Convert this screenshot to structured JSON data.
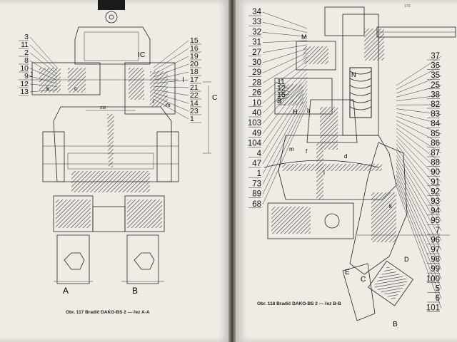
{
  "left_figure": {
    "caption": "Obr. 117 Bradič DAKO-BS 2 — řez A-A",
    "left_labels": [
      "3",
      "11",
      "2",
      "8",
      "10",
      "9",
      "12",
      "13"
    ],
    "right_labels": [
      "15",
      "16",
      "19",
      "20",
      "18",
      "17",
      "21",
      "22",
      "14",
      "23",
      "1"
    ],
    "small_letters": [
      "IC",
      "J",
      "k",
      "c",
      "I",
      "i",
      "m"
    ],
    "dimension_label": "C",
    "dim_text": "210",
    "ports": [
      "A",
      "B"
    ]
  },
  "right_figure": {
    "caption": "Obr. 118 Bradič DAKO-BS 2 — řez B-B",
    "left_labels": [
      "34",
      "33",
      "32",
      "31",
      "27",
      "30",
      "29",
      "28",
      "26",
      "10",
      "40",
      "103",
      "49",
      "104",
      "4",
      "47",
      "1",
      "73",
      "89",
      "68"
    ],
    "mid_labels": [
      "11",
      "12",
      "15",
      "8"
    ],
    "right_labels": [
      "37",
      "36",
      "35",
      "25",
      "38",
      "82",
      "83",
      "84",
      "85",
      "86",
      "87",
      "88",
      "90",
      "91",
      "92",
      "93",
      "94",
      "95",
      "7",
      "96",
      "97",
      "98",
      "99",
      "100",
      "5",
      "6",
      "101"
    ],
    "small_letters": [
      "M",
      "N",
      "H",
      "b",
      "d",
      "m",
      "f",
      "l",
      "k",
      "E",
      "C",
      "D",
      "B"
    ],
    "page_number": "173"
  },
  "colors": {
    "paper": "#efece6",
    "ink": "#111111",
    "spine": "#403b35"
  }
}
